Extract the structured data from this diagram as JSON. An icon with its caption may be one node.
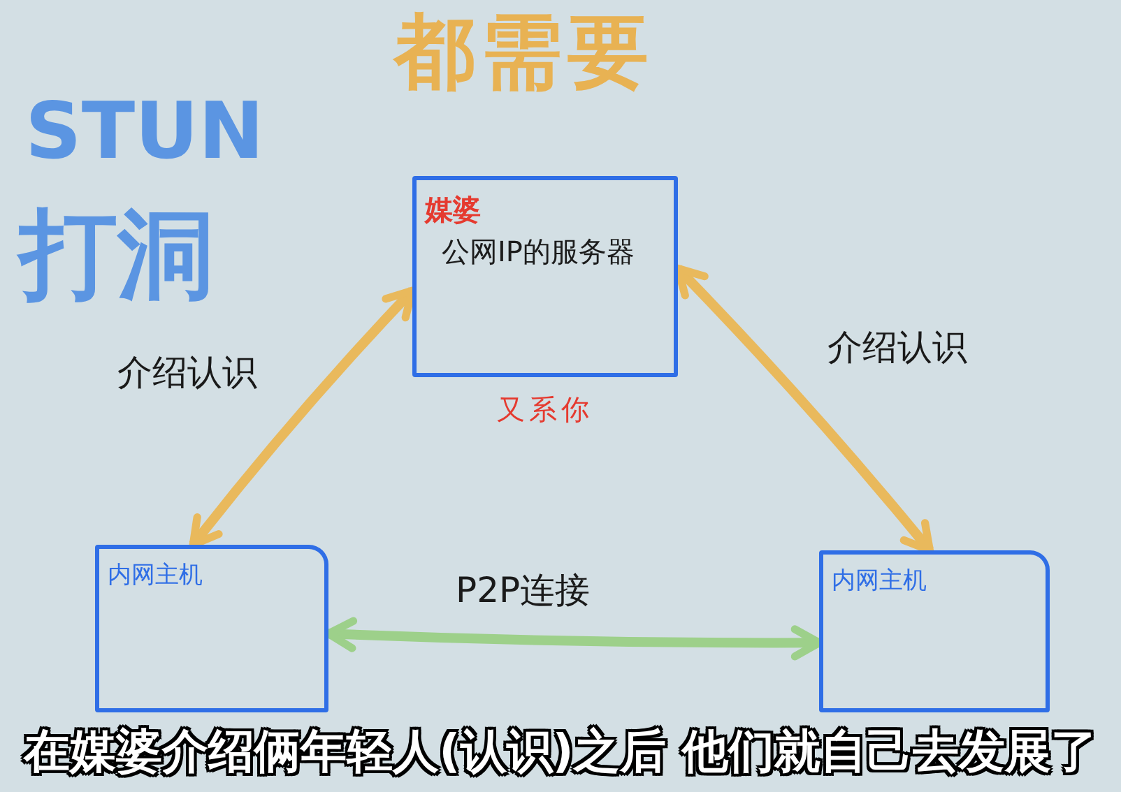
{
  "diagram": {
    "title": "都需要",
    "nodes": [
      {
        "text": [
          "媒婆",
          "公网IP的服务器"
        ],
        "beside": [
          "又系你"
        ]
      },
      {
        "text": [
          "内网主机"
        ]
      },
      {
        "text": [
          "内网主机"
        ]
      }
    ],
    "edges": [
      {
        "from": 0,
        "to": 1,
        "arrow": "both",
        "label": "介绍认识"
      },
      {
        "from": 0,
        "to": 2,
        "arrow": "both",
        "label": "介绍认识"
      },
      {
        "from": 1,
        "to": 2,
        "arrow": "both",
        "label": "P2P连接",
        "color": "#9dd08a"
      }
    ],
    "labels": [
      "STUN",
      "打洞"
    ],
    "caption": "在媒婆介绍俩年轻人(认识)之后 他们就自己去发展了"
  }
}
